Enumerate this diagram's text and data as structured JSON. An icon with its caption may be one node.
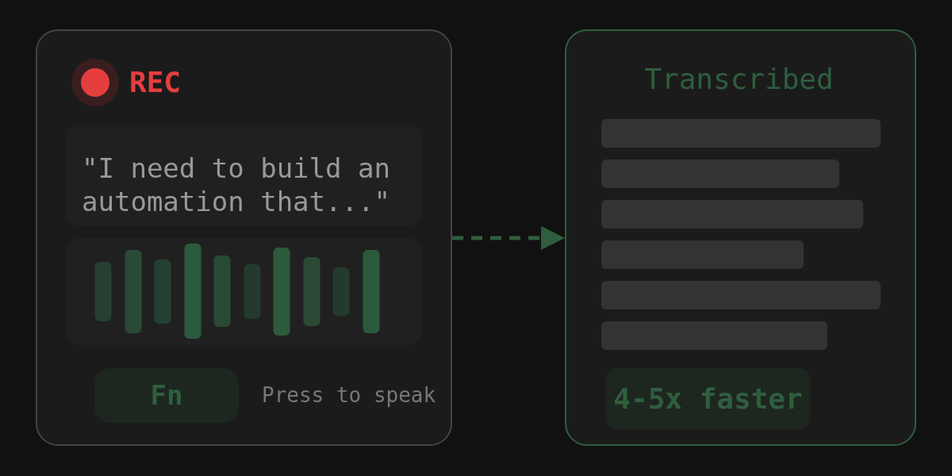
{
  "diagram": {
    "nodes": [
      {
        "text": [],
        "shape": "box"
      },
      {
        "text": [
          "REC"
        ],
        "in": 0
      },
      {
        "text": [
          "\"I need to build an automation that...\""
        ],
        "in": 0
      },
      {
        "text": [],
        "shape": "box",
        "in": 0
      },
      {
        "text": [
          "Fn"
        ],
        "in": 0
      },
      {
        "text": [
          "Transcribed"
        ]
      },
      {
        "text": [
          "4-5x faster"
        ],
        "in": 5
      }
    ],
    "edges": [
      {
        "from": 0,
        "to": 5,
        "arrow": "to",
        "style": "dashed"
      }
    ],
    "labels": [
      "Press to speak"
    ]
  }
}
